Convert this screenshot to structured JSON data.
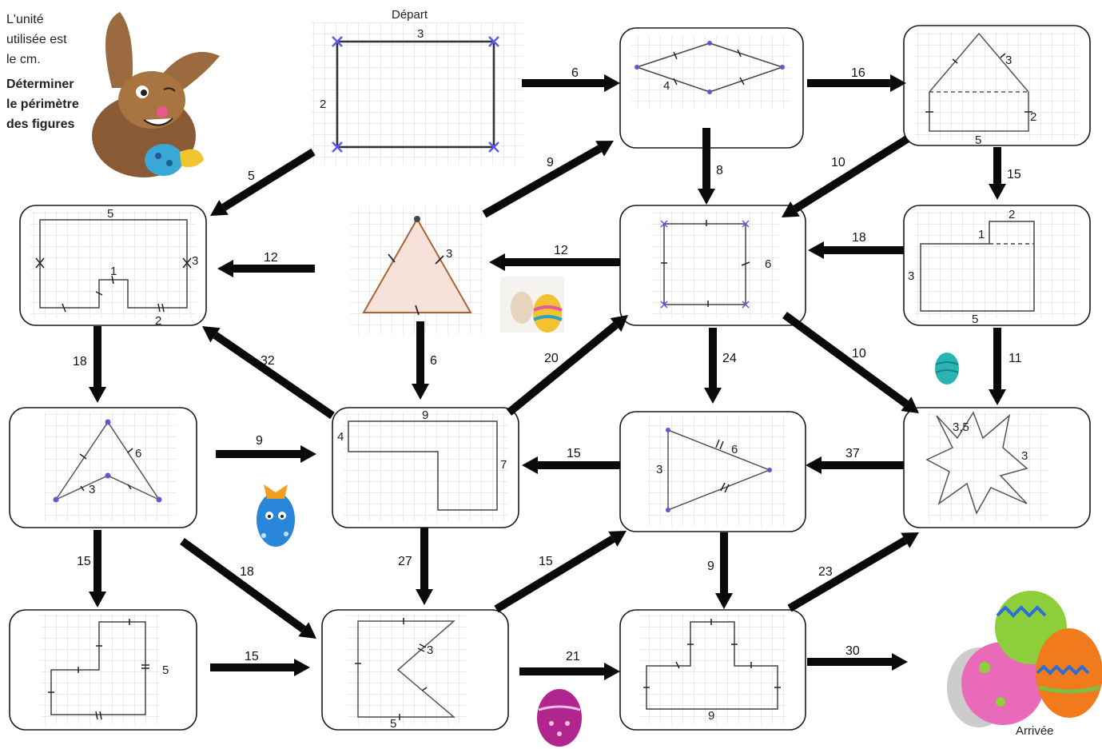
{
  "intro": {
    "line1": "L'unité",
    "line2": "utilisée est",
    "line3": "le cm.",
    "bold1": "Déterminer",
    "bold2": "le périmètre",
    "bold3": "des figures"
  },
  "start_label": "Départ",
  "end_label": "Arrivée",
  "figure_labels": {
    "start_top": "3",
    "start_left": "2",
    "rhombus_side": "4",
    "house_side": "3",
    "house_right": "2",
    "house_bottom": "5",
    "square_side": "6",
    "lshape_top": "2",
    "lshape_notch": "1",
    "lshape_left": "3",
    "lshape_bottom": "5",
    "crenel_top": "5",
    "crenel_right": "3",
    "crenel_notch": "1",
    "crenel_bottom": "2",
    "triangle_side": "3",
    "arrowhead_outer": "6",
    "arrowhead_inner": "3",
    "bigL_top": "9",
    "bigL_left": "4",
    "bigL_right": "7",
    "iso_side": "6",
    "iso_base": "3",
    "star_a": "3,5",
    "star_b": "3",
    "step_side": "5",
    "chevron_side": "3",
    "chevron_bottom": "5",
    "tee_bottom": "9"
  },
  "arrows": [
    "6",
    "16",
    "10",
    "5",
    "9",
    "8",
    "15",
    "12",
    "18",
    "12",
    "18",
    "6",
    "20",
    "24",
    "10",
    "11",
    "32",
    "9",
    "15",
    "37",
    "15",
    "18",
    "27",
    "15",
    "9",
    "23",
    "15",
    "21",
    "30"
  ],
  "colors": {
    "arrow": "#0a0a0a",
    "box_border": "#1a1a1a",
    "grid": "#d4d4d4"
  }
}
